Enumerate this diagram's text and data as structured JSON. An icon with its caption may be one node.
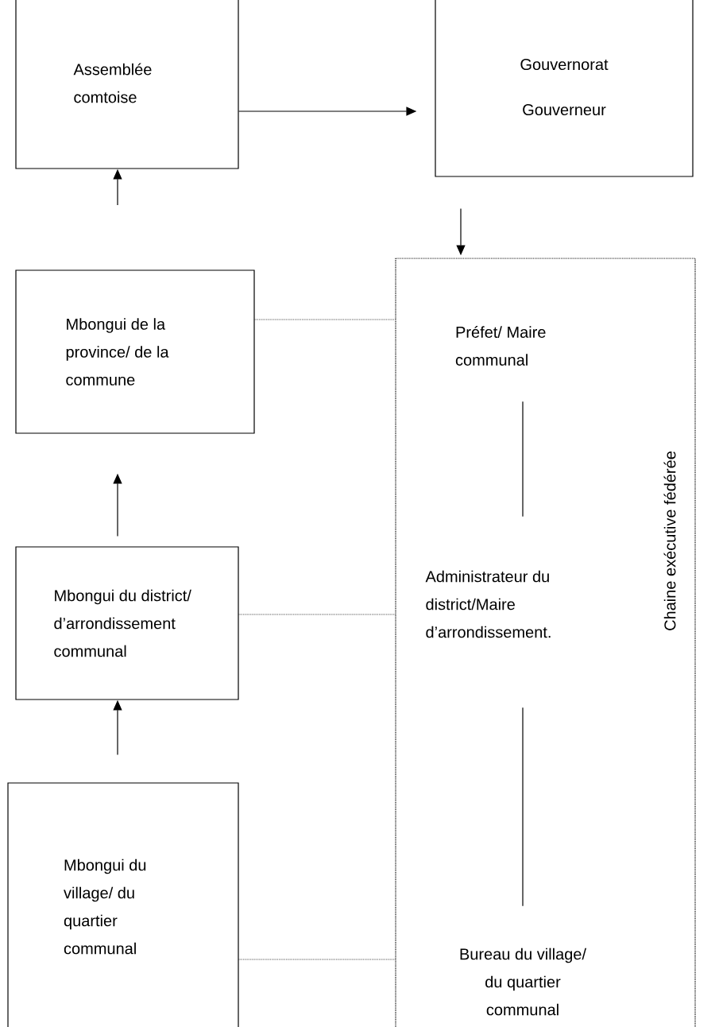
{
  "diagram": {
    "nodes": [
      {
        "text": [
          "Assemblée comtoise"
        ]
      },
      {
        "text": [
          "Gouvernorat",
          "Gouverneur"
        ]
      },
      {
        "text": [
          "Mbongui de la province/ de la commune"
        ]
      },
      {
        "text": [],
        "shape": "box",
        "beside": [
          "Chaine exécutive fédérée"
        ]
      },
      {
        "text": [
          "Préfet/ Maire communal"
        ],
        "in": 3
      },
      {
        "text": [
          "Administrateur du district/Maire d’arrondissement."
        ],
        "in": 3
      },
      {
        "text": [
          "Bureau du village/ du quartier communal"
        ],
        "in": 3
      },
      {
        "text": [
          "Mbongui du district/ d’arrondissement communal"
        ]
      },
      {
        "text": [
          "Mbongui du village/ du quartier communal"
        ]
      }
    ],
    "edges": [
      {
        "from": 0,
        "to": 1,
        "arrow": "to"
      },
      {
        "from": null,
        "to": 0,
        "arrow": "to"
      },
      {
        "from": 1,
        "to": 3,
        "arrow": "to"
      },
      {
        "from": 2,
        "to": 3,
        "arrow": "none",
        "style": "dashed"
      },
      {
        "from": 4,
        "to": 5,
        "arrow": "none"
      },
      {
        "from": 7,
        "to": 2,
        "arrow": "to"
      },
      {
        "from": 7,
        "to": 3,
        "arrow": "none",
        "style": "dashed"
      },
      {
        "from": 5,
        "to": 6,
        "arrow": "none"
      },
      {
        "from": 8,
        "to": 7,
        "arrow": "to"
      },
      {
        "from": 8,
        "to": 3,
        "arrow": "none",
        "style": "dashed"
      }
    ]
  }
}
